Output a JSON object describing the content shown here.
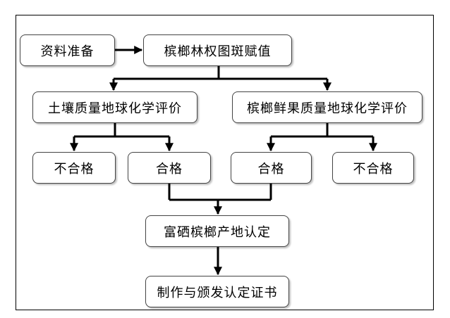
{
  "nodes": {
    "data_prep": "资料准备",
    "patch_assign": "槟榔林权图斑赋值",
    "soil_eval": "土壤质量地球化学评价",
    "fruit_eval": "槟榔鲜果质量地球化学评价",
    "soil_fail": "不合格",
    "soil_pass": "合格",
    "fruit_pass": "合格",
    "fruit_fail": "不合格",
    "origin_cert": "富硒槟榔产地认定",
    "issue_cert": "制作与颁发认定证书"
  },
  "colors": {
    "line": "#000000",
    "border": "#444444"
  }
}
